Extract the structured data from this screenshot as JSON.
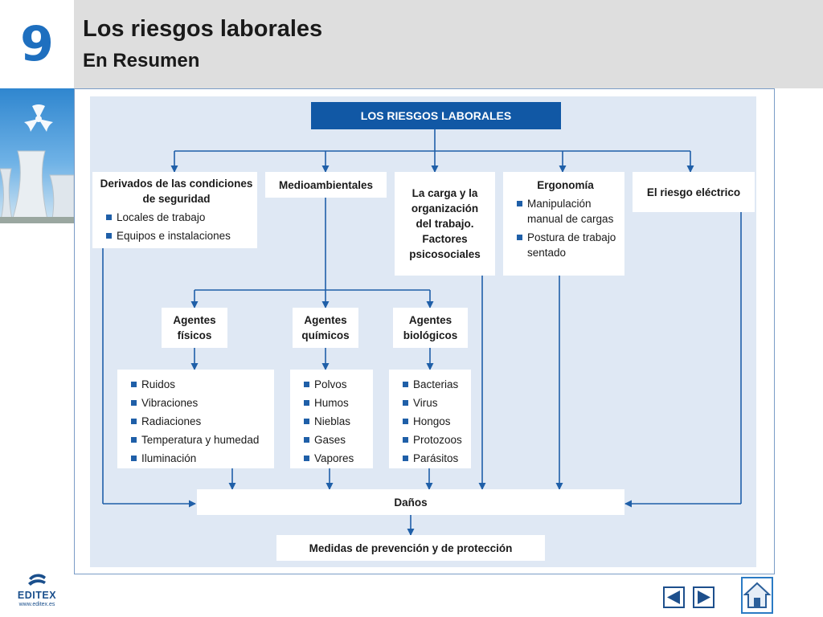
{
  "header": {
    "chapter_number": "9",
    "title": "Los riesgos laborales",
    "subtitle": "En Resumen"
  },
  "diagram": {
    "root": "LOS RIESGOS LABORALES",
    "categories": {
      "seguridad": {
        "title": "Derivados de las condiciones de seguridad",
        "items": [
          "Locales de trabajo",
          "Equipos e instalaciones"
        ]
      },
      "medioambientales": {
        "title": "Medioambientales"
      },
      "carga": {
        "title": "La carga y la organización del trabajo. Factores psicosociales"
      },
      "ergonomia": {
        "title": "Ergonomía",
        "items": [
          "Manipulación manual de cargas",
          "Postura de trabajo sentado"
        ]
      },
      "electrico": {
        "title": "El riesgo eléctrico"
      }
    },
    "agents": {
      "fisicos": {
        "title": "Agentes físicos",
        "items": [
          "Ruidos",
          "Vibraciones",
          "Radiaciones",
          "Temperatura y humedad",
          "Iluminación"
        ]
      },
      "quimicos": {
        "title": "Agentes químicos",
        "items": [
          "Polvos",
          "Humos",
          "Nieblas",
          "Gases",
          "Vapores"
        ]
      },
      "biologicos": {
        "title": "Agentes biológicos",
        "items": [
          "Bacterias",
          "Virus",
          "Hongos",
          "Protozoos",
          "Parásitos"
        ]
      }
    },
    "danos": "Daños",
    "medidas": "Medidas de prevención y de protección"
  },
  "footer": {
    "logo_text": "EDITEX",
    "logo_url": "www.editex.es"
  },
  "colors": {
    "accent": "#1158a5",
    "chapter": "#1e6fbf",
    "header_band": "#dedede",
    "panel_bg": "#dfe8f4"
  },
  "icons": {
    "prev": "triangle-left-icon",
    "next": "triangle-right-icon",
    "home": "house-icon"
  }
}
